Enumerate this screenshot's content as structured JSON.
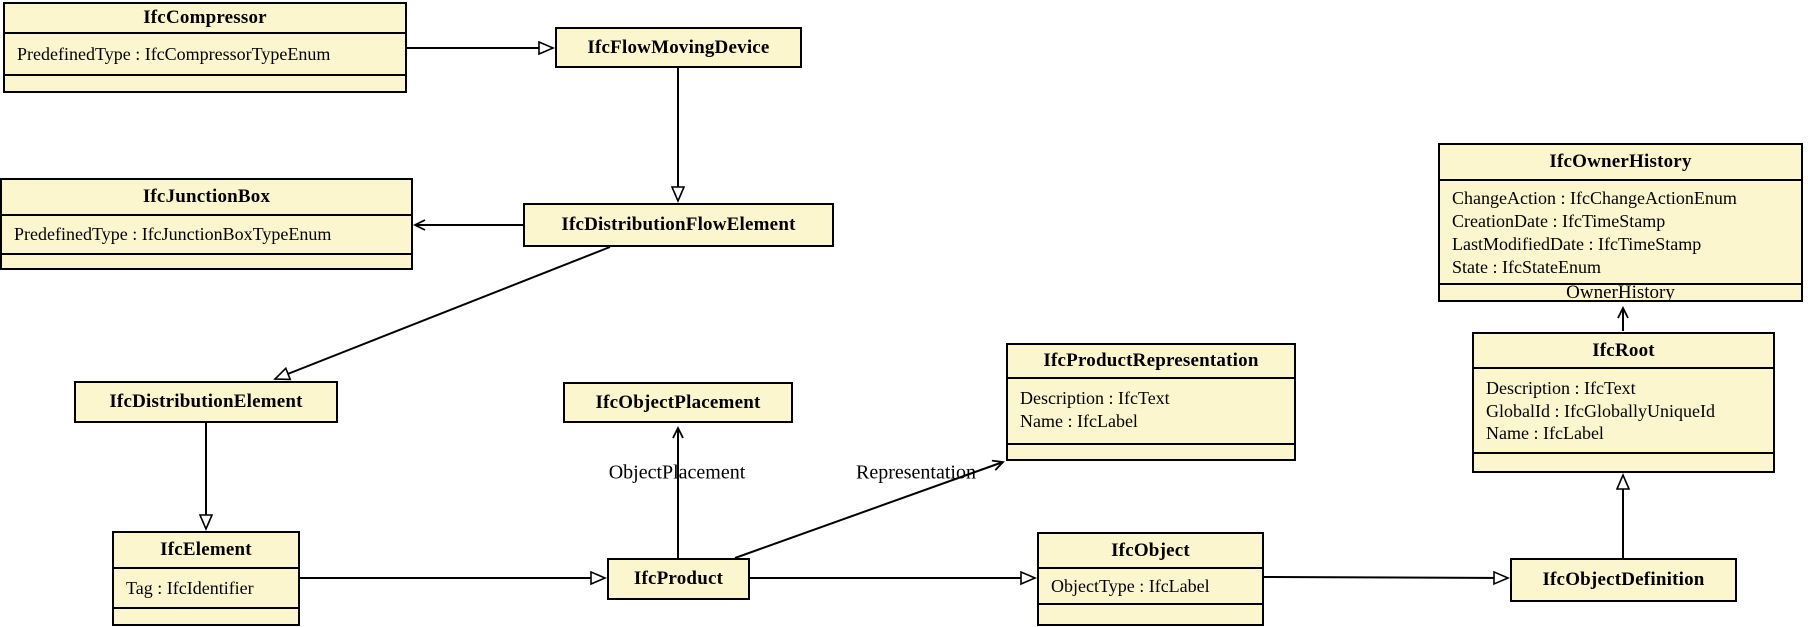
{
  "classes": {
    "compressor": {
      "title": "IfcCompressor",
      "attributes": [
        "PredefinedType : IfcCompressorTypeEnum"
      ]
    },
    "flow_moving_device": {
      "title": "IfcFlowMovingDevice"
    },
    "junction_box": {
      "title": "IfcJunctionBox",
      "attributes": [
        "PredefinedType : IfcJunctionBoxTypeEnum"
      ]
    },
    "distribution_flow_element": {
      "title": "IfcDistributionFlowElement"
    },
    "owner_history": {
      "title": "IfcOwnerHistory",
      "attributes": [
        "ChangeAction : IfcChangeActionEnum",
        "CreationDate : IfcTimeStamp",
        "LastModifiedDate : IfcTimeStamp",
        "State : IfcStateEnum"
      ]
    },
    "distribution_element": {
      "title": "IfcDistributionElement"
    },
    "object_placement": {
      "title": "IfcObjectPlacement"
    },
    "product_representation": {
      "title": "IfcProductRepresentation",
      "attributes": [
        "Description : IfcText",
        "Name : IfcLabel"
      ]
    },
    "root": {
      "title": "IfcRoot",
      "attributes": [
        "Description : IfcText",
        "GlobalId : IfcGloballyUniqueId",
        "Name : IfcLabel"
      ]
    },
    "element": {
      "title": "IfcElement",
      "attributes": [
        "Tag : IfcIdentifier"
      ]
    },
    "product": {
      "title": "IfcProduct"
    },
    "object": {
      "title": "IfcObject",
      "attributes": [
        "ObjectType : IfcLabel"
      ]
    },
    "object_definition": {
      "title": "IfcObjectDefinition"
    }
  },
  "edge_labels": {
    "object_placement": "ObjectPlacement",
    "representation": "Representation",
    "owner_history": "OwnerHistory"
  },
  "colors": {
    "class_fill": "#FCF6CF",
    "border": "#000000",
    "background": "#FFFFFF"
  }
}
